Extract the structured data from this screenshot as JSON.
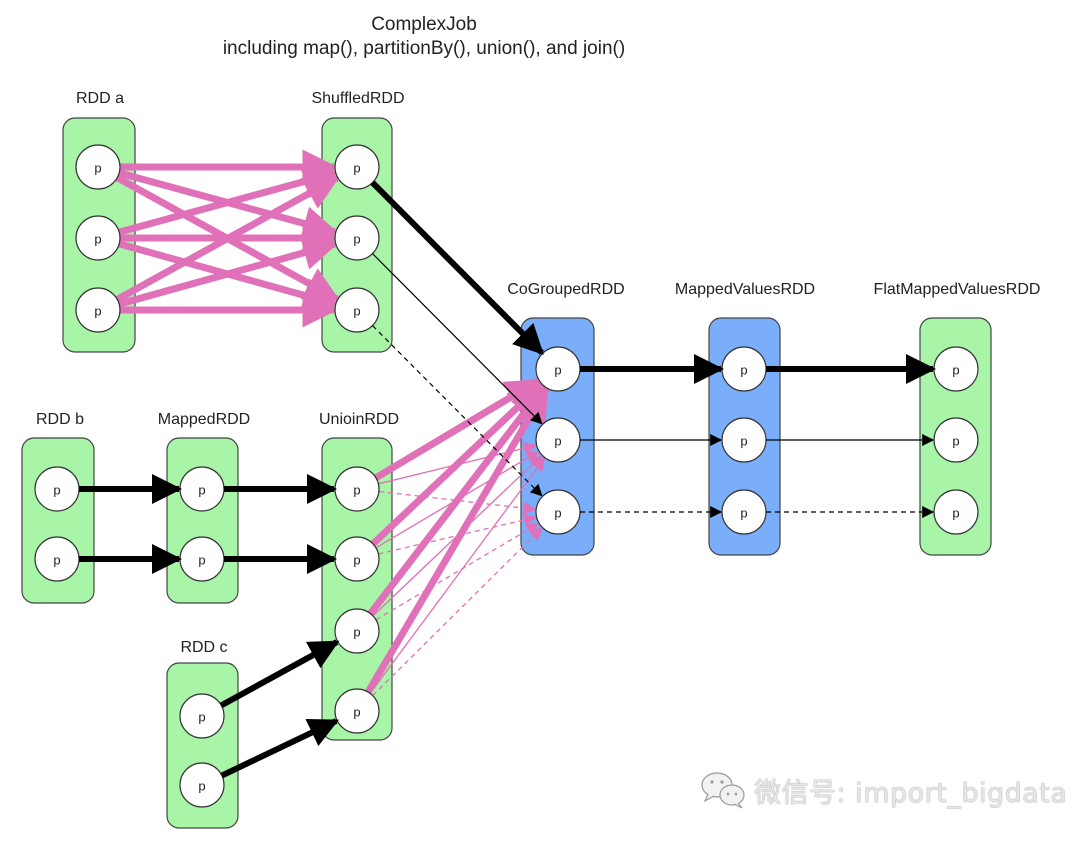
{
  "title": {
    "line1": "ComplexJob",
    "line2": "including map(), partitionBy(), union(), and join()"
  },
  "colors": {
    "green_fill": "#a8f5a8",
    "blue_fill": "#7aaefa",
    "box_stroke": "#444444",
    "shuffle_edge": "#e070b8",
    "narrow_edge": "#000000"
  },
  "partition_label": "p",
  "rdds": [
    {
      "id": "rdd-a",
      "label": "RDD a",
      "color": "green",
      "partitions": 3
    },
    {
      "id": "shuffled-rdd",
      "label": "ShuffledRDD",
      "color": "green",
      "partitions": 3
    },
    {
      "id": "rdd-b",
      "label": "RDD b",
      "color": "green",
      "partitions": 2
    },
    {
      "id": "mapped-rdd",
      "label": "MappedRDD",
      "color": "green",
      "partitions": 2
    },
    {
      "id": "union-rdd",
      "label": "UnioinRDD",
      "color": "green",
      "partitions": 4
    },
    {
      "id": "rdd-c",
      "label": "RDD c",
      "color": "green",
      "partitions": 2
    },
    {
      "id": "cogrouped-rdd",
      "label": "CoGroupedRDD",
      "color": "blue",
      "partitions": 3
    },
    {
      "id": "mapped-values-rdd",
      "label": "MappedValuesRDD",
      "color": "blue",
      "partitions": 3
    },
    {
      "id": "flat-mapped-values-rdd",
      "label": "FlatMappedValuesRDD",
      "color": "green",
      "partitions": 3
    }
  ],
  "edges": {
    "shuffle_a_to_shuffled": "all-to-all",
    "narrow": [
      {
        "from": "rdd-b.0",
        "to": "mapped-rdd.0",
        "style": "thick"
      },
      {
        "from": "rdd-b.1",
        "to": "mapped-rdd.1",
        "style": "thick"
      },
      {
        "from": "mapped-rdd.0",
        "to": "union-rdd.0",
        "style": "thick"
      },
      {
        "from": "mapped-rdd.1",
        "to": "union-rdd.1",
        "style": "thick"
      },
      {
        "from": "rdd-c.0",
        "to": "union-rdd.2",
        "style": "thick"
      },
      {
        "from": "rdd-c.1",
        "to": "union-rdd.3",
        "style": "thick"
      },
      {
        "from": "shuffled-rdd.0",
        "to": "cogrouped-rdd.0",
        "style": "thick"
      },
      {
        "from": "shuffled-rdd.1",
        "to": "cogrouped-rdd.1",
        "style": "thin"
      },
      {
        "from": "shuffled-rdd.2",
        "to": "cogrouped-rdd.2",
        "style": "dashed"
      },
      {
        "from": "cogrouped-rdd.0",
        "to": "mapped-values-rdd.0",
        "style": "thick"
      },
      {
        "from": "cogrouped-rdd.1",
        "to": "mapped-values-rdd.1",
        "style": "thin"
      },
      {
        "from": "cogrouped-rdd.2",
        "to": "mapped-values-rdd.2",
        "style": "dashed"
      },
      {
        "from": "mapped-values-rdd.0",
        "to": "flat-mapped-values-rdd.0",
        "style": "thick"
      },
      {
        "from": "mapped-values-rdd.1",
        "to": "flat-mapped-values-rdd.1",
        "style": "thin"
      },
      {
        "from": "mapped-values-rdd.2",
        "to": "flat-mapped-values-rdd.2",
        "style": "dashed"
      }
    ],
    "shuffle_union_to_cogrouped": "all-to-all"
  },
  "watermark": {
    "icon": "wechat-icon",
    "text": "微信号: import_bigdata"
  }
}
